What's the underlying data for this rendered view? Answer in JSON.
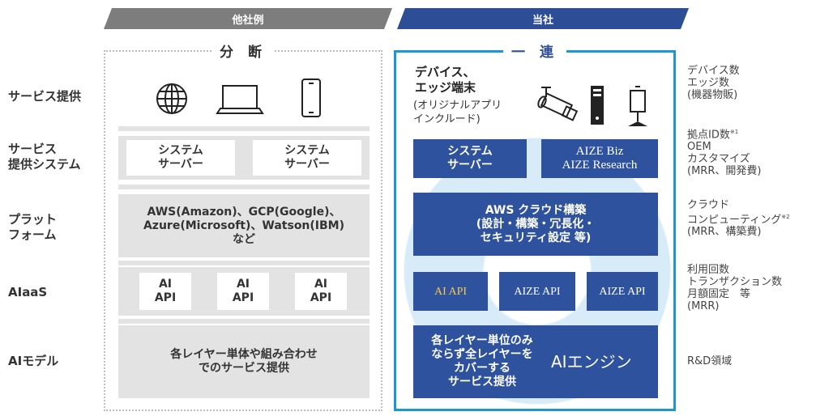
{
  "headers": {
    "others": "他社例",
    "ours": "当社"
  },
  "sections": {
    "left_title": "分 断",
    "right_title": "一 連"
  },
  "row_labels": {
    "service": "サービス提供",
    "system_line1": "サービス",
    "system_line2": "提供システム",
    "platform_line1": "プラット",
    "platform_line2": "フォーム",
    "aiaas": "AIaaS",
    "aimodel": "AIモデル"
  },
  "left": {
    "system1_line1": "システム",
    "system1_line2": "サーバー",
    "system2_line1": "システム",
    "system2_line2": "サーバー",
    "platform_line1": "AWS(Amazon)、GCP(Google)、",
    "platform_line2": "Azure(Microsoft)、Watson(IBM)",
    "platform_line3": "など",
    "api1_line1": "AI",
    "api1_line2": "API",
    "api2_line1": "AI",
    "api2_line2": "API",
    "api3_line1": "AI",
    "api3_line2": "API",
    "model_line1": "各レイヤー単体や組み合わせ",
    "model_line2": "でのサービス提供"
  },
  "right": {
    "device_title_line1": "デバイス、",
    "device_title_line2": "エッジ端末",
    "device_sub_line1": "(オリジナルアプリ",
    "device_sub_line2": "インクルード)",
    "system_line1": "システム",
    "system_line2": "サーバー",
    "aize_line1": "AIZE Biz",
    "aize_line2": "AIZE Research",
    "cloud_line1": "AWS クラウド構築",
    "cloud_line2": "(設計・構築・冗長化・",
    "cloud_line3": "セキュリティ設定 等)",
    "api1": "AI API",
    "api2": "AIZE API",
    "api3": "AIZE API",
    "engine_line1": "各レイヤー単位のみ",
    "engine_line2": "ならず全レイヤーを",
    "engine_line3": "カバーする",
    "engine_line4": "サービス提供",
    "engine_name": "AIエンジン"
  },
  "notes": {
    "n1_line1": "デバイス数",
    "n1_line2": "エッジ数",
    "n1_line3": "(機器物販)",
    "n2_line1": "拠点ID数",
    "n2_mark": "※1",
    "n2_line2": "OEM",
    "n2_line3": "カスタマイズ",
    "n2_line4": "(MRR、開発費)",
    "n3_line1": "クラウド",
    "n3_line2": "コンピューティング",
    "n3_mark": "※2",
    "n3_line3": "(MRR、構築費)",
    "n4_line1": "利用回数",
    "n4_line2": "トランザクション数",
    "n4_line3": "月額固定　等",
    "n4_line4": "(MRR)",
    "n5": "R&D領域"
  },
  "colors": {
    "gray_header": "#7d7d7d",
    "blue_header": "#2d4d96",
    "blue_box": "#2f529f",
    "frame": "#1b97d4",
    "ring": "#d7ebf8",
    "gold": "#f2c94c"
  },
  "icons": [
    "globe-icon",
    "laptop-icon",
    "smartphone-icon",
    "camera-icon",
    "server-icon",
    "kiosk-icon"
  ]
}
